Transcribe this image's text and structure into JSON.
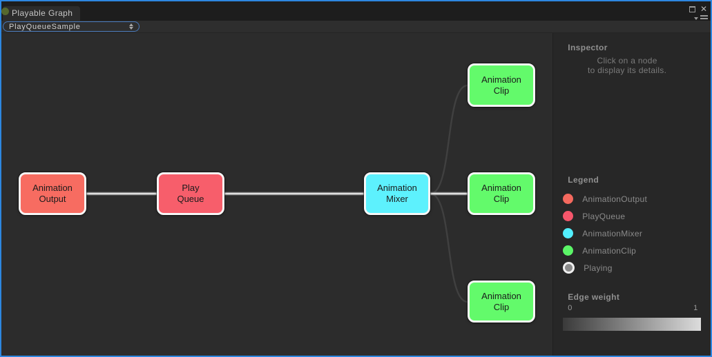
{
  "window": {
    "tab_title": "Playable Graph",
    "selector_value": "PlayQueueSample"
  },
  "graph": {
    "nodes": [
      {
        "id": "animation-output",
        "line1": "Animation",
        "line2": "Output",
        "color": "#f76c61"
      },
      {
        "id": "play-queue",
        "line1": "Play",
        "line2": "Queue",
        "color": "#f75e6b"
      },
      {
        "id": "animation-mixer",
        "line1": "Animation",
        "line2": "Mixer",
        "color": "#5df1fd"
      },
      {
        "id": "animation-clip-top",
        "line1": "Animation",
        "line2": "Clip",
        "color": "#63fa6b"
      },
      {
        "id": "animation-clip-middle",
        "line1": "Animation",
        "line2": "Clip",
        "color": "#63fa6b"
      },
      {
        "id": "animation-clip-bottom",
        "line1": "Animation",
        "line2": "Clip",
        "color": "#63fa6b"
      }
    ],
    "edges": [
      {
        "from": "AnimationOutput",
        "to": "PlayQueue",
        "weight": 1
      },
      {
        "from": "PlayQueue",
        "to": "AnimationMixer",
        "weight": 1
      },
      {
        "from": "AnimationMixer",
        "to": "AnimationClip (middle)",
        "weight": 1
      },
      {
        "from": "AnimationMixer",
        "to": "AnimationClip (top)",
        "weight": 0
      },
      {
        "from": "AnimationMixer",
        "to": "AnimationClip (bottom)",
        "weight": 0
      }
    ]
  },
  "inspector": {
    "title": "Inspector",
    "hint_line1": "Click on a node",
    "hint_line2": "to display its details."
  },
  "legend": {
    "title": "Legend",
    "items": [
      {
        "label": "AnimationOutput",
        "color": "#f4695e"
      },
      {
        "label": "PlayQueue",
        "color": "#f5566b"
      },
      {
        "label": "AnimationMixer",
        "color": "#52effe"
      },
      {
        "label": "AnimationClip",
        "color": "#5bf567"
      },
      {
        "label": "Playing",
        "color": "#8a8a8a"
      }
    ]
  },
  "edge_weight": {
    "title": "Edge weight",
    "min_label": "0",
    "max_label": "1",
    "gradient_from": "#3a3a3a",
    "gradient_to": "#dcdcdc"
  }
}
